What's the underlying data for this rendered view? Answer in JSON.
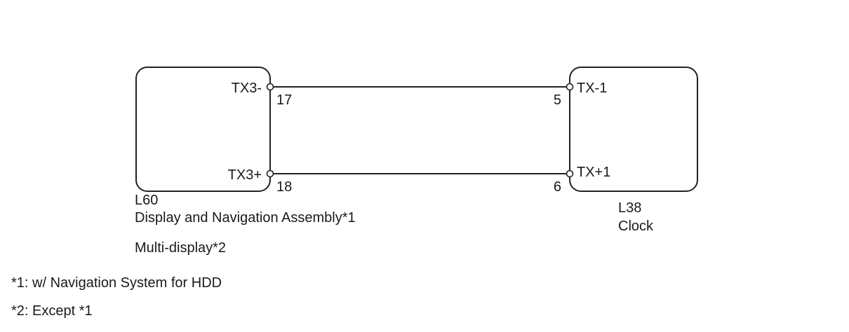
{
  "left_component": {
    "code": "L60",
    "name": "Display and Navigation Assembly*1",
    "alt_name": "Multi-display*2",
    "pins": {
      "top": {
        "label": "TX3-",
        "number": "17"
      },
      "bottom": {
        "label": "TX3+",
        "number": "18"
      }
    }
  },
  "right_component": {
    "code": "L38",
    "name": "Clock",
    "pins": {
      "top": {
        "label": "TX-1",
        "number": "5"
      },
      "bottom": {
        "label": "TX+1",
        "number": "6"
      }
    }
  },
  "notes": {
    "note1": "*1: w/ Navigation System for HDD",
    "note2": "*2: Except *1"
  }
}
